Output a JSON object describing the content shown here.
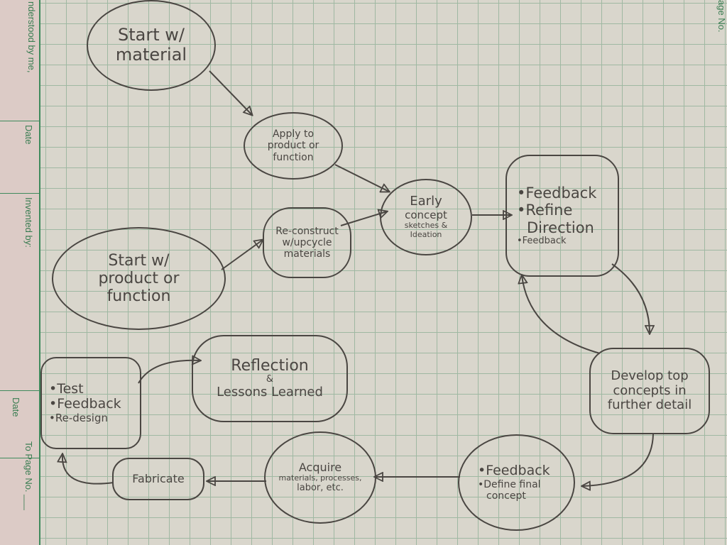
{
  "margin": {
    "understood": "nderstood by me,",
    "date1": "Date",
    "invented": "Invented by:",
    "date2": "Date",
    "to_page": "To Page No. ___",
    "page_no": "age No."
  },
  "nodes": {
    "start_material": [
      "Start w/",
      "material"
    ],
    "apply": [
      "Apply to",
      "product or",
      "function"
    ],
    "early": [
      "Early",
      "concept",
      "sketches &",
      "Ideation"
    ],
    "feedback_refine": [
      "•Feedback",
      "•Refine",
      "Direction",
      "•Feedback"
    ],
    "reconstruct": [
      "Re-construct",
      "w/upcycle",
      "materials"
    ],
    "start_product": [
      "Start w/",
      "product or",
      "function"
    ],
    "reflection": [
      "Reflection",
      "&",
      "Lessons Learned"
    ],
    "test": [
      "•Test",
      "•Feedback",
      "•Re-design"
    ],
    "develop": [
      "Develop top",
      "concepts in",
      "further detail"
    ],
    "feedback_define": [
      "•Feedback",
      "•Define final",
      "concept"
    ],
    "acquire": [
      "Acquire",
      "materials, processes,",
      "labor, etc."
    ],
    "fabricate": [
      "Fabricate"
    ]
  }
}
